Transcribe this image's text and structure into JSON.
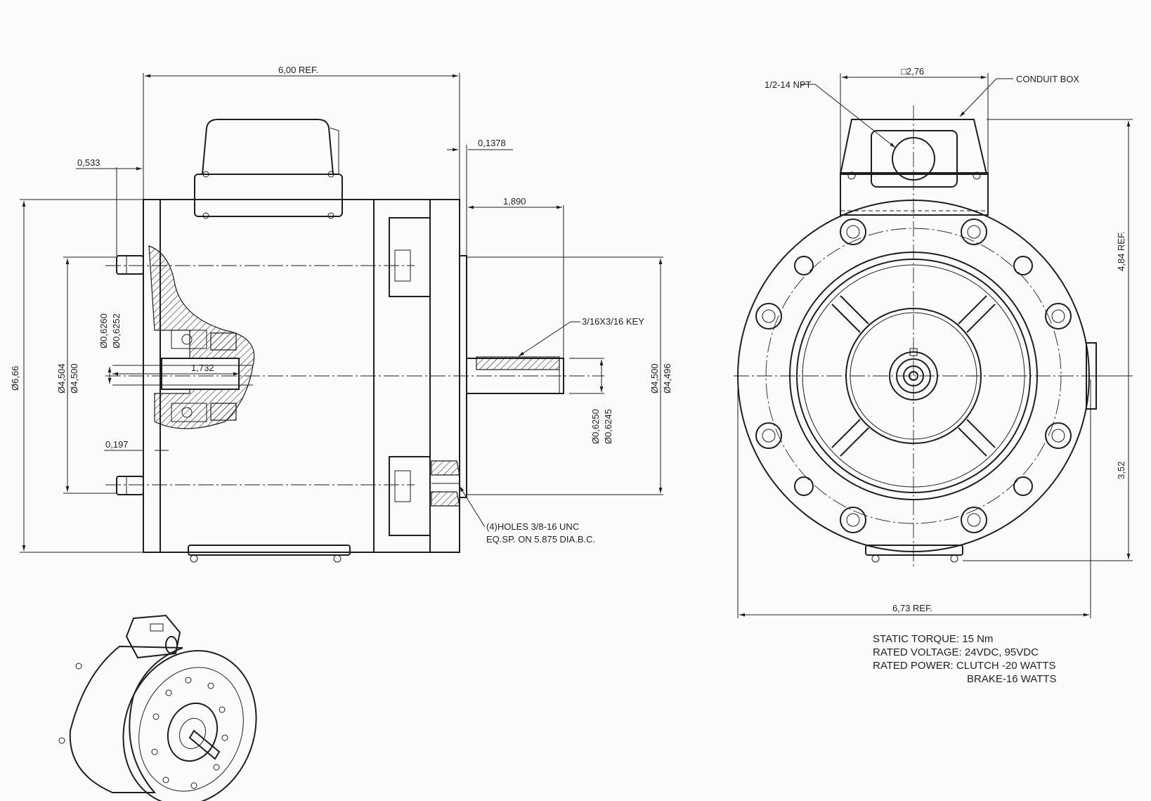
{
  "dimensions": {
    "overall_length": "6,00 REF.",
    "flange_thickness": "0,1378",
    "rear_offset": "0,533",
    "shaft_length": "1,890",
    "key": "3/16X3/16 KEY",
    "bore_dia_max": "Ø0,6260",
    "bore_dia_min": "Ø0,6252",
    "bore_depth": "1,732",
    "rear_pilot_max": "Ø4,504",
    "rear_pilot_min": "Ø4,500",
    "body_dia": "Ø6,66",
    "pilot_thickness": "0,197",
    "front_pilot_max": "Ø4,500",
    "front_pilot_min": "Ø4,496",
    "shaft_dia_max": "Ø0,6250",
    "shaft_dia_min": "Ø0,6245",
    "holes_line1": "(4)HOLES 3/8-16 UNC",
    "holes_line2": "EQ.SP. ON 5.875 DIA.B.C.",
    "conduit_square": "□2,76",
    "npt": "1/2-14 NPT",
    "conduit_box": "CONDUIT BOX",
    "height_ref": "4,84 REF.",
    "center_height": "3,52",
    "width_ref": "6,73 REF."
  },
  "specs": {
    "static_torque": "STATIC TORQUE: 15 Nm",
    "rated_voltage": "RATED VOLTAGE: 24VDC, 95VDC",
    "rated_power": "RATED POWER: CLUTCH -20 WATTS",
    "brake_power": "BRAKE-16 WATTS"
  }
}
